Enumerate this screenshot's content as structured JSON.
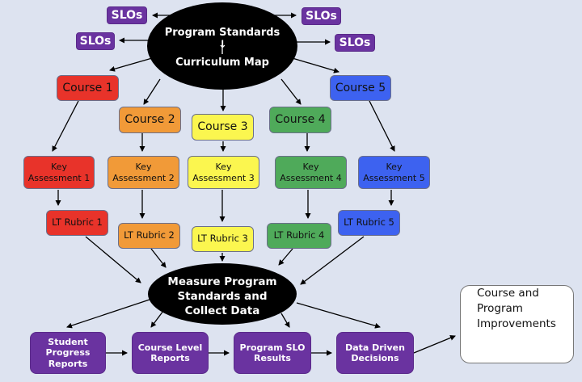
{
  "colors": {
    "background": "#dde3f0",
    "slo_purple": "#6a33a0",
    "course_1": "#e8332a",
    "course_2": "#f19a38",
    "course_3": "#fbf64f",
    "course_4": "#4faa5a",
    "course_5": "#3d62f0",
    "ellipse": "#000000"
  },
  "top_ellipse": {
    "line1": "Program Standards",
    "line2": "Curriculum Map"
  },
  "slos": [
    "SLOs",
    "SLOs",
    "SLOs",
    "SLOs"
  ],
  "courses": [
    "Course 1",
    "Course 2",
    "Course 3",
    "Course 4",
    "Course 5"
  ],
  "key_assessments": [
    {
      "line1": "Key",
      "line2": "Assessment 1"
    },
    {
      "line1": "Key",
      "line2": "Assessment 2"
    },
    {
      "line1": "Key",
      "line2": "Assessment 3"
    },
    {
      "line1": "Key",
      "line2": "Assessment 4"
    },
    {
      "line1": "Key",
      "line2": "Assessment 5"
    }
  ],
  "rubrics": [
    "LT Rubric 1",
    "LT Rubric 2",
    "LT Rubric 3",
    "LT Rubric 4",
    "LT Rubric 5"
  ],
  "bottom_ellipse": {
    "line1": "Measure Program",
    "line2": "Standards and",
    "line3": "Collect Data"
  },
  "outputs": [
    {
      "lines": [
        "Student",
        "Progress",
        "Reports"
      ]
    },
    {
      "lines": [
        "Course Level",
        "Reports"
      ]
    },
    {
      "lines": [
        "Program SLO",
        "Results"
      ]
    },
    {
      "lines": [
        "Data Driven",
        "Decisions"
      ]
    }
  ],
  "final": {
    "lines": [
      "Course and",
      "Program",
      "Improvements"
    ]
  }
}
